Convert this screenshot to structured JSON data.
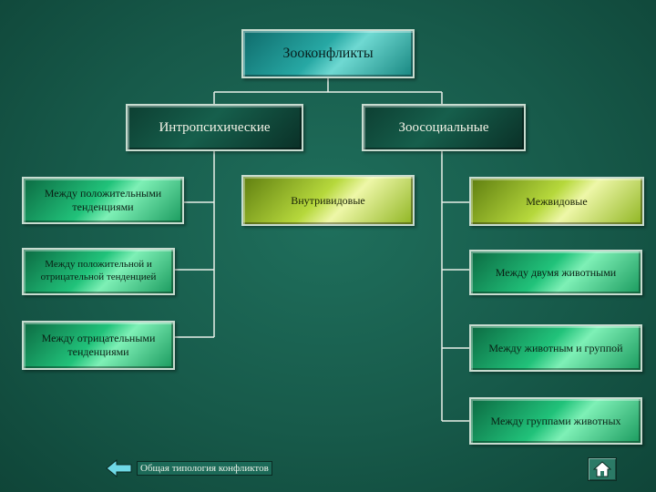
{
  "diagram": {
    "root": "Зооконфликты",
    "left_branch": "Интропсихические",
    "right_branch": "Зоосоциальные",
    "left_items": [
      "Между положительными тенденциями",
      "Между положительной и отрицательной тенденцией",
      "Между отрицательными тенденциями"
    ],
    "middle_item": "Внутривидовые",
    "right_top_item": "Межвидовые",
    "right_items": [
      "Между двумя животными",
      "Между животным и группой",
      "Между группами животных"
    ]
  },
  "footer": {
    "back_link": "Общая типология конфликтов",
    "back_icon": "left-arrow-icon",
    "home_icon": "home-icon"
  },
  "colors": {
    "background": "#175a4a",
    "connector": "#e8efe8",
    "green_box": "#21c27a",
    "lime_box": "#b6d83c",
    "title_box": "#27a8a4"
  }
}
